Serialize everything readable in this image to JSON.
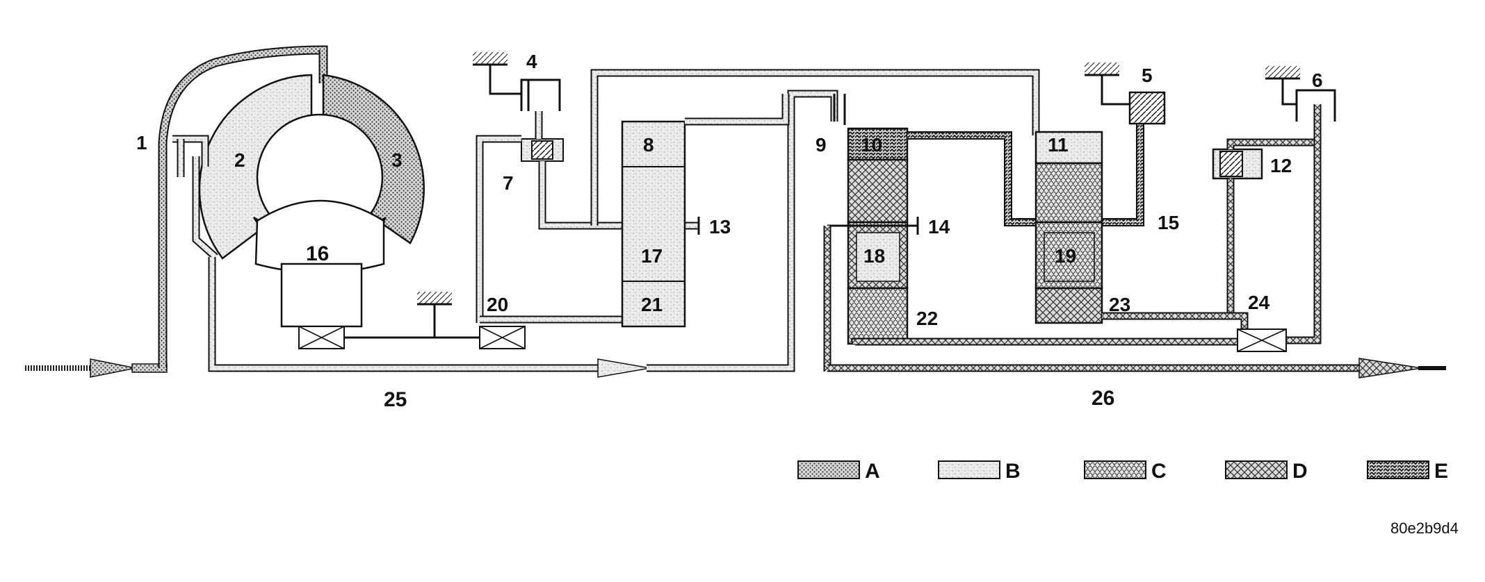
{
  "labels": {
    "l1": "1",
    "l2": "2",
    "l3": "3",
    "l4": "4",
    "l5": "5",
    "l6": "6",
    "l7": "7",
    "l8": "8",
    "l9": "9",
    "l10": "10",
    "l11": "11",
    "l12": "12",
    "l13": "13",
    "l14": "14",
    "l15": "15",
    "l16": "16",
    "l17": "17",
    "l18": "18",
    "l19": "19",
    "l20": "20",
    "l21": "21",
    "l22": "22",
    "l23": "23",
    "l24": "24",
    "l25": "25",
    "l26": "26"
  },
  "legend": [
    {
      "key": "A",
      "pattern": "dots"
    },
    {
      "key": "B",
      "pattern": "speckle"
    },
    {
      "key": "C",
      "pattern": "scales"
    },
    {
      "key": "D",
      "pattern": "crosshatch"
    },
    {
      "key": "E",
      "pattern": "zigzag"
    }
  ],
  "reference_code": "80e2b9d4"
}
